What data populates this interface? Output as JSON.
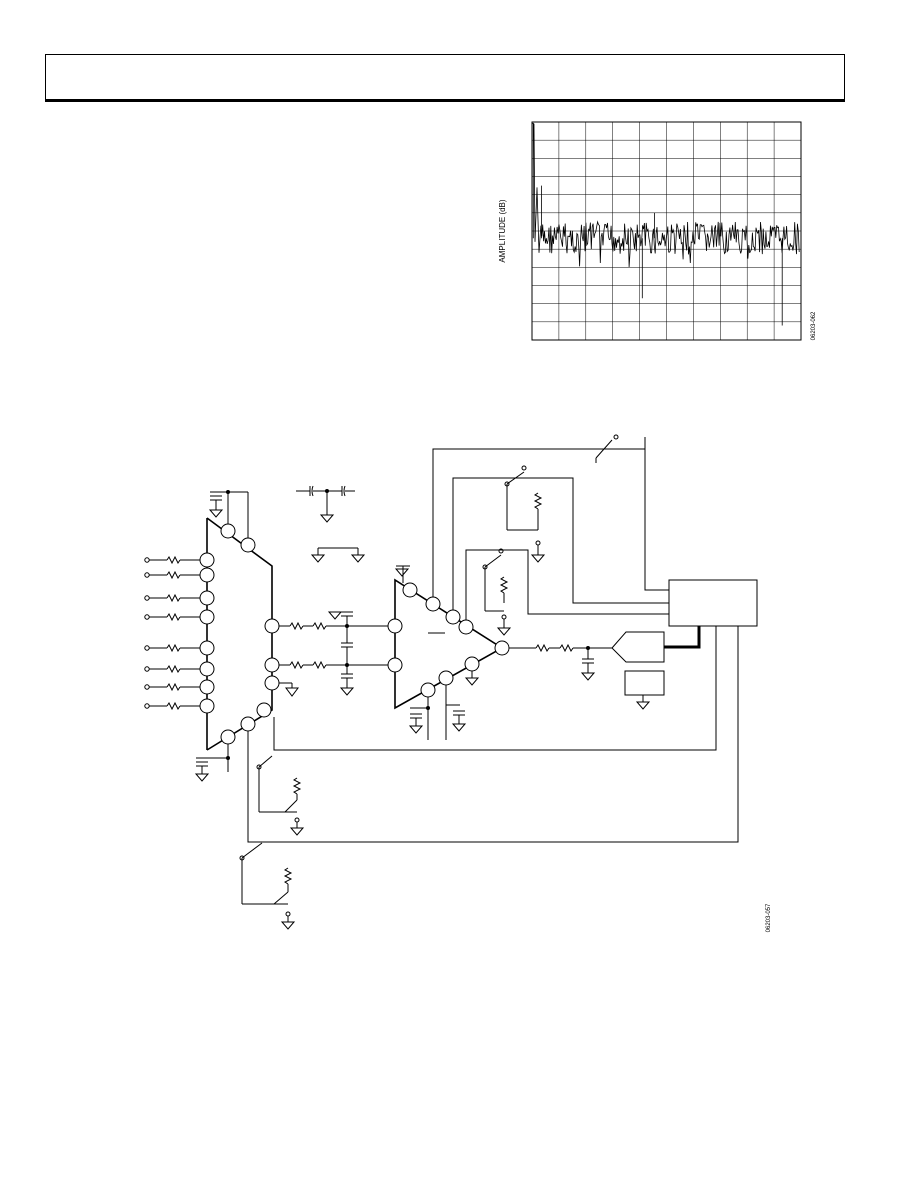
{
  "header": {
    "box": ""
  },
  "chart": {
    "ylabel": "AMPLITUDE (dB)",
    "fig_id": "06203-062",
    "style": {
      "line_color": "#000000",
      "grid_color": "#000000"
    }
  },
  "chart_data": {
    "type": "line",
    "title": "",
    "xlabel": "",
    "ylabel": "AMPLITUDE (dB)",
    "grid": true,
    "x_divisions": 10,
    "y_divisions": 12,
    "series": [
      {
        "peaks": [
          {
            "x_div": 0.05,
            "y_div": 0.05
          },
          {
            "x_div": 0.35,
            "y_div": 3.5
          },
          {
            "x_div": 4.55,
            "y_div": 5.0
          },
          {
            "x_div": 9.3,
            "y_div": 11.2
          },
          {
            "x_div": 4.1,
            "y_div": 9.7
          }
        ],
        "noise_floor_div": 6.4
      }
    ]
  },
  "schematic": {
    "fig_id": "06203-057"
  }
}
